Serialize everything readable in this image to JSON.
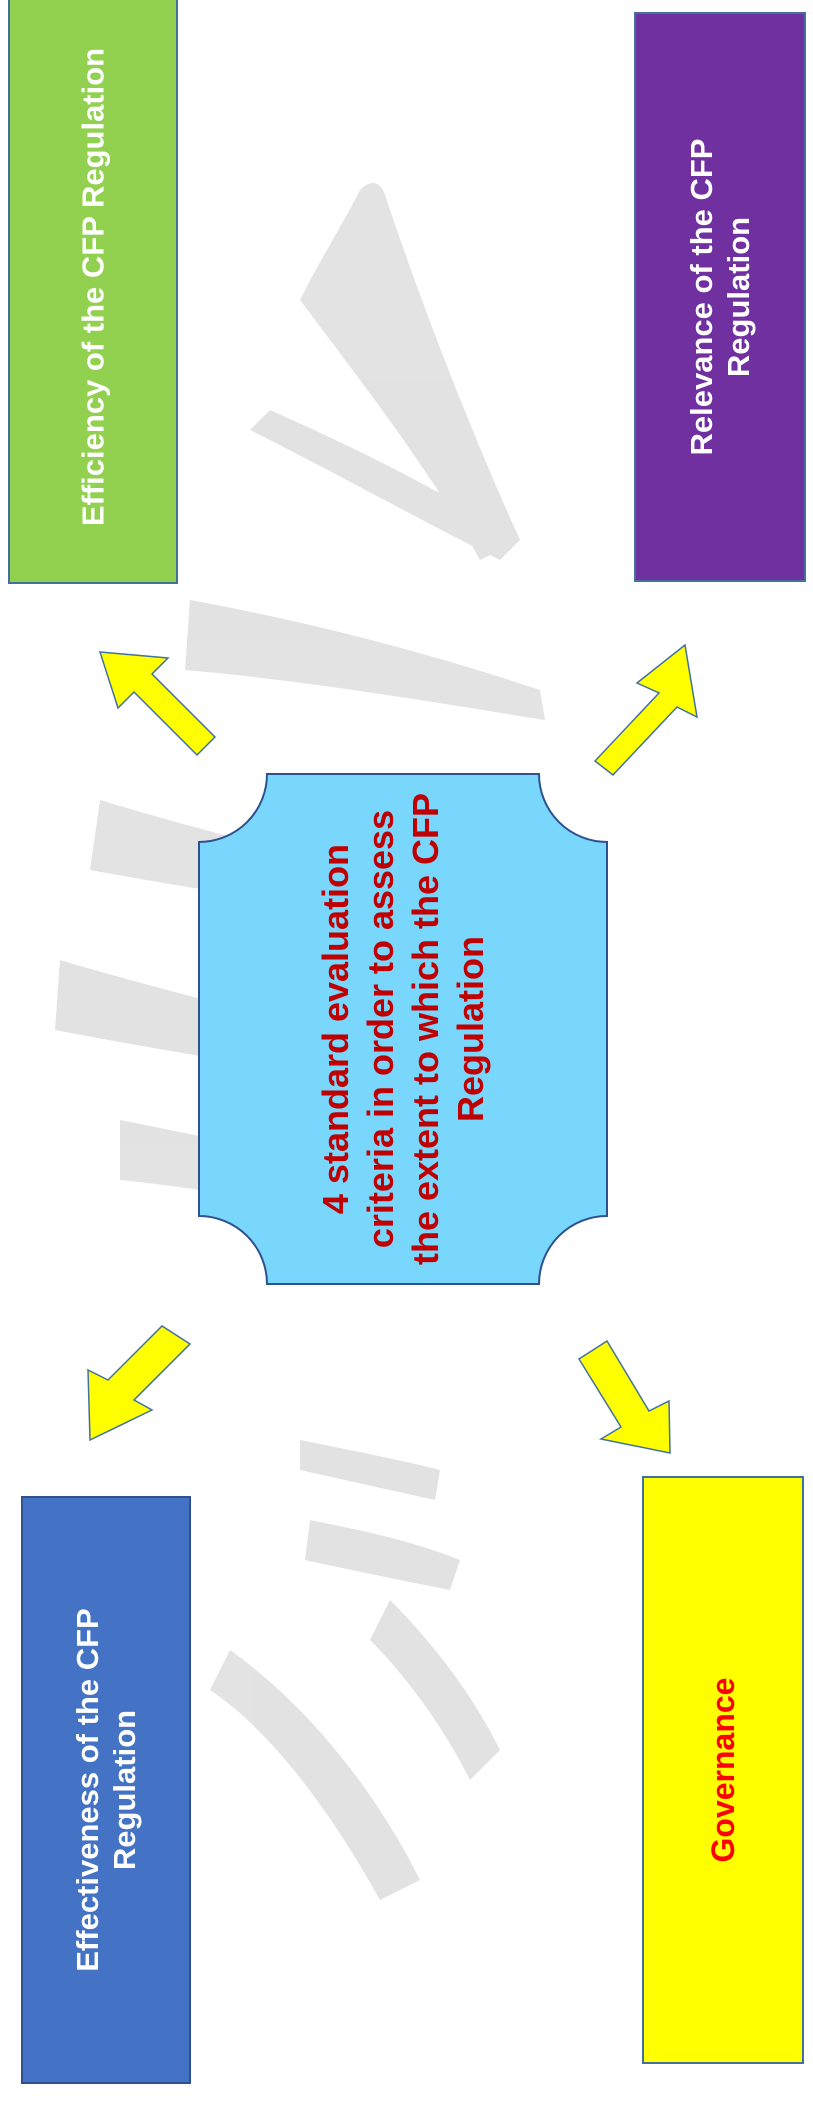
{
  "diagram": {
    "center_text": "4 standard evaluation criteria in order to assess the extent to which the CFP Regulation",
    "boxes": {
      "efficiency": {
        "label": "Efficiency of the CFP Regulation",
        "color": "#92d050"
      },
      "relevance": {
        "label": "Relevance of the CFP Regulation",
        "color": "#7030a0"
      },
      "effectiveness": {
        "label": "Effectiveness of the CFP Regulation",
        "color": "#4472c4"
      },
      "governance": {
        "label": "Governance",
        "color": "#ffff00",
        "text_color": "#ff0000"
      }
    },
    "center_color": "#79d6fc",
    "arrow_color": "#ffff00"
  }
}
